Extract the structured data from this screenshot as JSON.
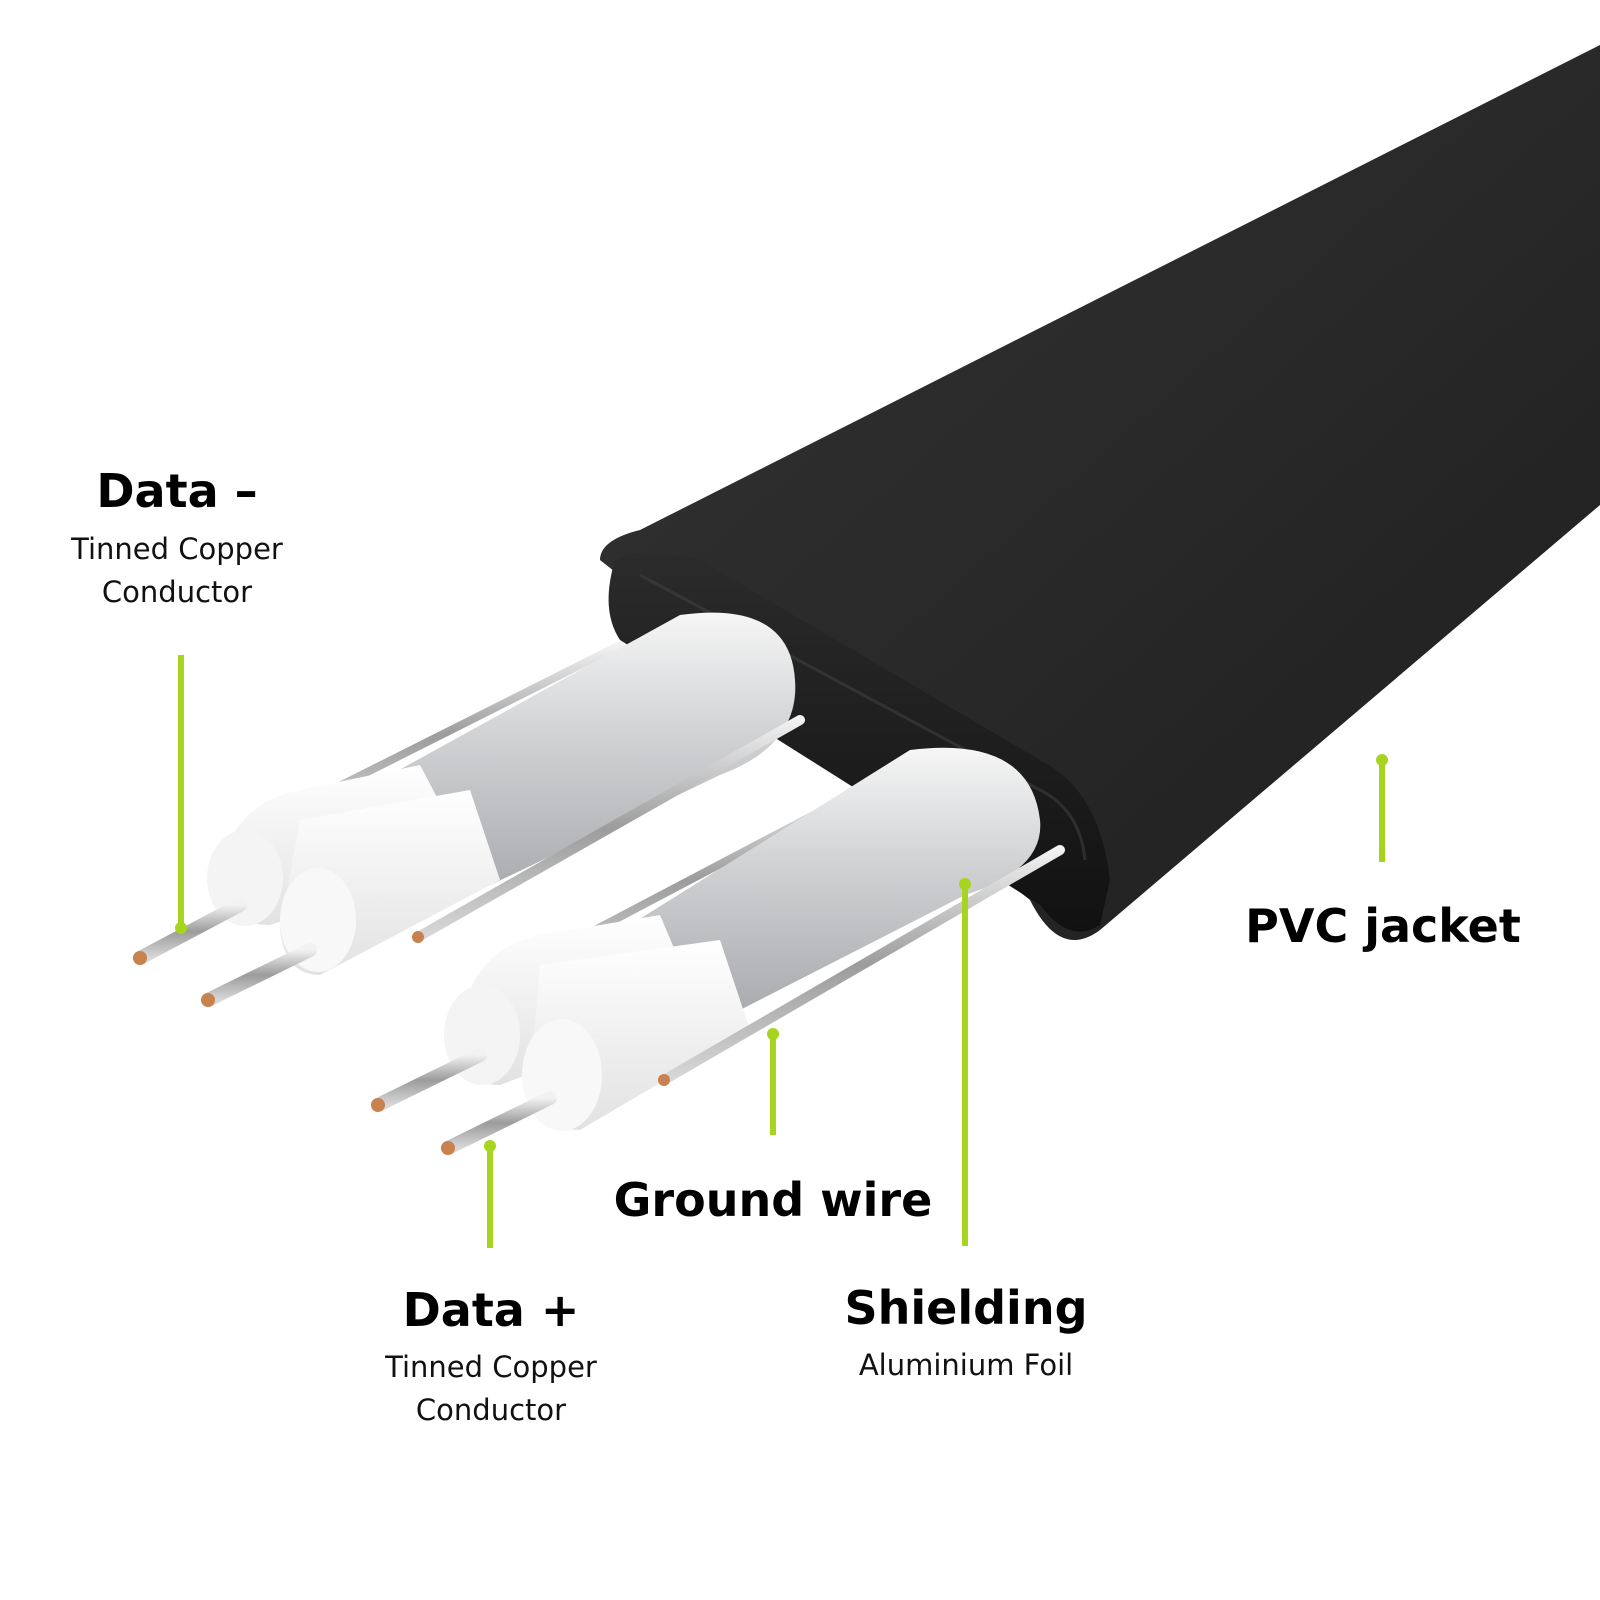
{
  "colors": {
    "background": "#ffffff",
    "accent": "#a6d41f",
    "jacket": "#262626",
    "copper": "#c8824d",
    "foil": "#d4d6d8",
    "insulation": "#f2f2f2"
  },
  "labels": {
    "data_minus": {
      "title": "Data –",
      "sub1": "Tinned Copper",
      "sub2": "Conductor"
    },
    "data_plus": {
      "title": "Data +",
      "sub1": "Tinned Copper",
      "sub2": "Conductor"
    },
    "ground_wire": {
      "title": "Ground wire"
    },
    "shielding": {
      "title": "Shielding",
      "sub1": "Aluminium Foil"
    },
    "pvc_jacket": {
      "title": "PVC jacket"
    }
  }
}
